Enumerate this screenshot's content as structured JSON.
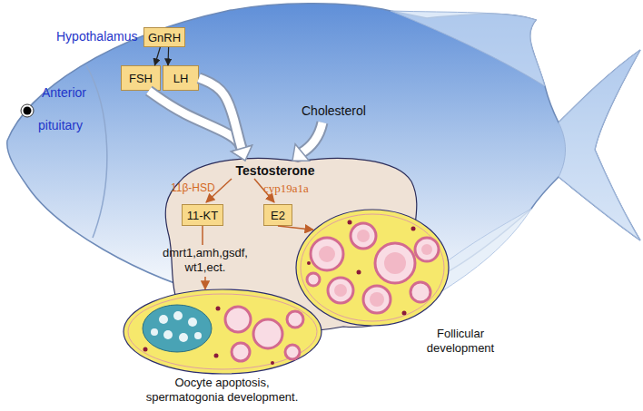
{
  "diagram": {
    "nodes": [
      {
        "text": [
          "GnRH"
        ]
      },
      {
        "text": [
          "FSH"
        ]
      },
      {
        "text": [
          "LH"
        ]
      },
      {
        "text": [
          "Testosterone"
        ]
      },
      {
        "text": [
          "11-KT"
        ],
        "in": 3
      },
      {
        "text": [
          "E2"
        ],
        "in": 3
      },
      {
        "text": [
          "Follicular development"
        ]
      },
      {
        "text": [
          "Oocyte apoptosis, spermatogonia development."
        ]
      }
    ],
    "edges": [
      {
        "from": 0,
        "to": 1,
        "arrow": "to"
      },
      {
        "from": 0,
        "to": 2,
        "arrow": "to"
      },
      {
        "from": 1,
        "to": 3,
        "arrow": "to"
      },
      {
        "from": 2,
        "to": 3,
        "arrow": "to"
      },
      {
        "from": 5,
        "to": 6,
        "arrow": "to"
      },
      {
        "from": 4,
        "to": 7,
        "label": "dmrt1,amh,gsdf, wt1,ect.",
        "arrow": "to"
      }
    ],
    "labels": [
      "Hypothalamus",
      "Anterior",
      "pituitary",
      "Cholesterol",
      "11β-HSD",
      "cyp19a1a"
    ]
  }
}
